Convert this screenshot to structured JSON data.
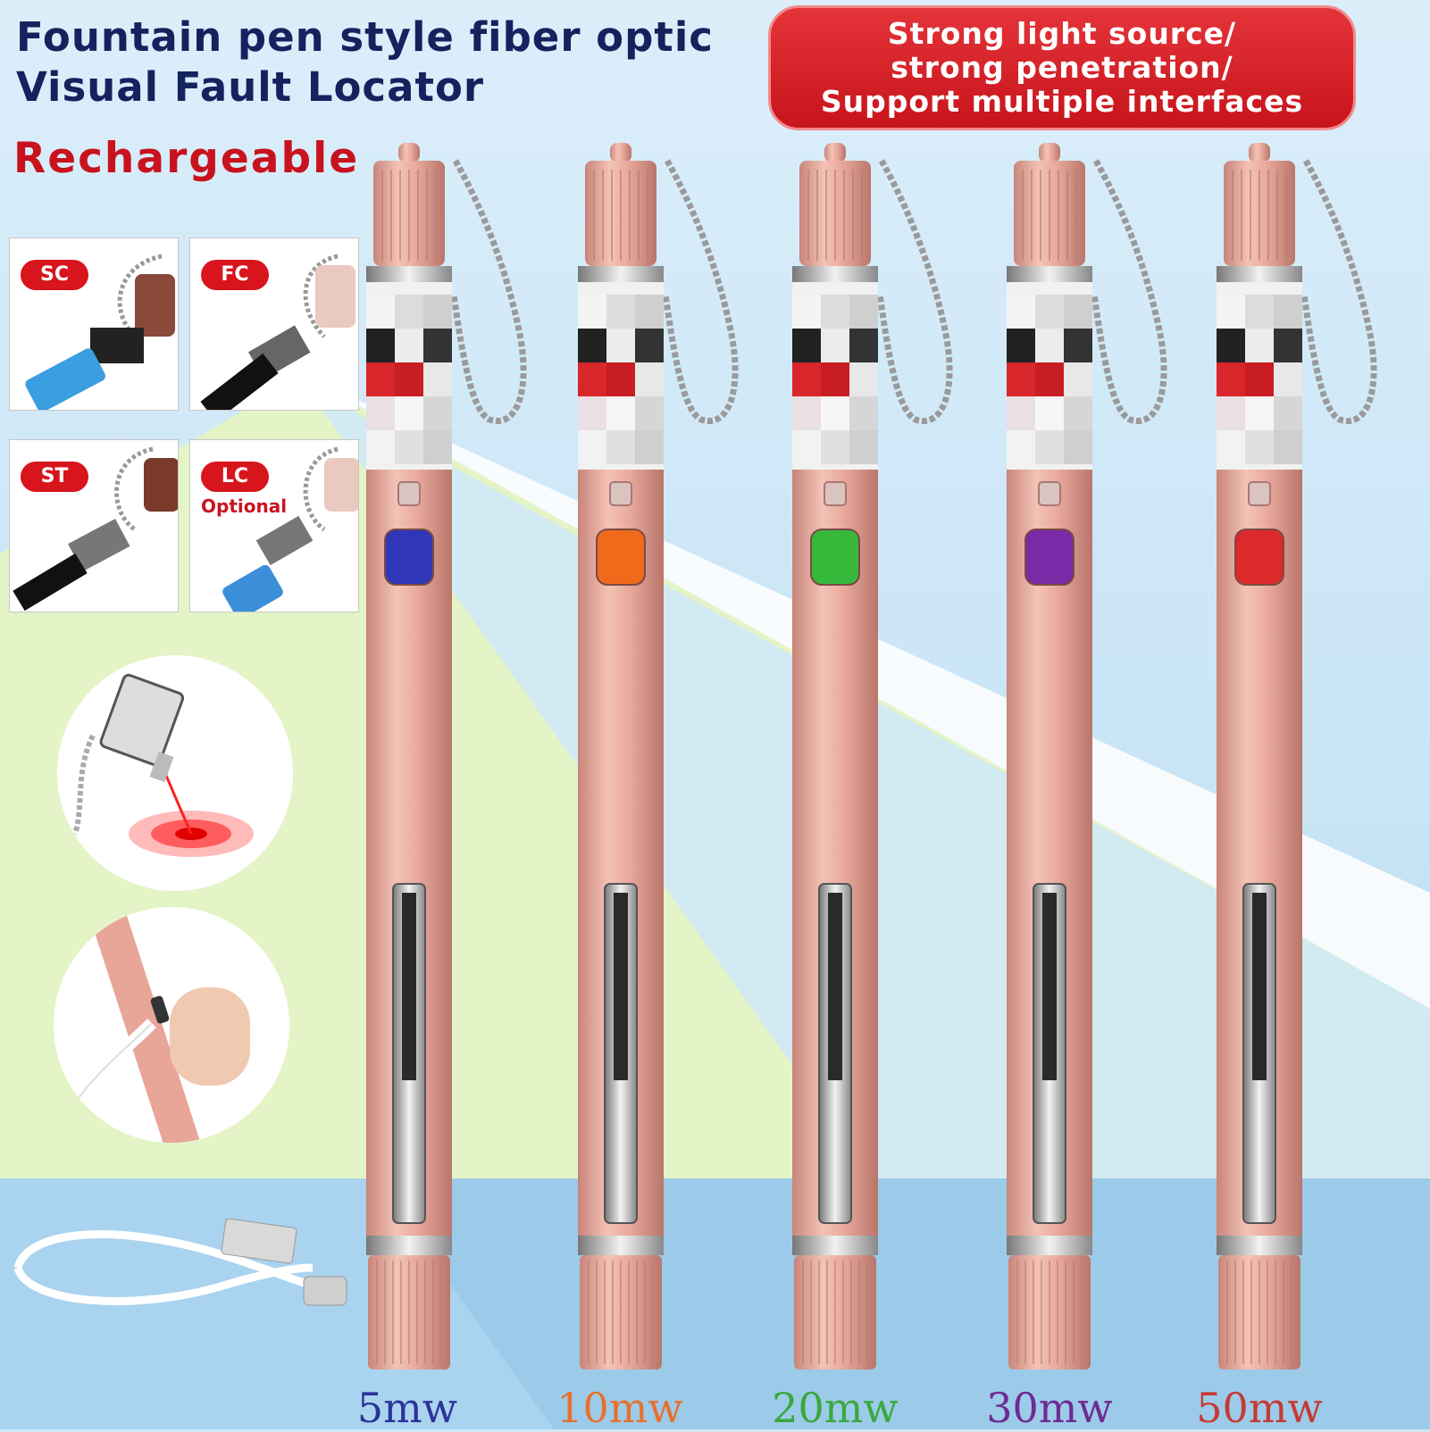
{
  "header": {
    "title_line1": "Fountain pen style fiber optic",
    "title_line2": "Visual Fault Locator",
    "subtitle": "Rechargeable"
  },
  "feature_badge": {
    "line1": "Strong light source/",
    "line2": "strong penetration/",
    "line3": "Support multiple interfaces"
  },
  "interfaces": [
    {
      "label": "SC",
      "note": ""
    },
    {
      "label": "FC",
      "note": ""
    },
    {
      "label": "ST",
      "note": ""
    },
    {
      "label": "LC",
      "note": "Optional"
    }
  ],
  "pens": [
    {
      "power": "5mw",
      "button_color": "#2f37b8",
      "label_color": "#2b3496"
    },
    {
      "power": "10mw",
      "button_color": "#f06a1c",
      "label_color": "#e7702e"
    },
    {
      "power": "20mw",
      "button_color": "#36b83a",
      "label_color": "#3aa83c"
    },
    {
      "power": "30mw",
      "button_color": "#7a2aa6",
      "label_color": "#6e2a92"
    },
    {
      "power": "50mw",
      "button_color": "#dc2a2c",
      "label_color": "#c53a35"
    }
  ],
  "colors": {
    "title": "#14235e",
    "accent_red": "#c8131e",
    "pen_body": "#e8a99c"
  }
}
